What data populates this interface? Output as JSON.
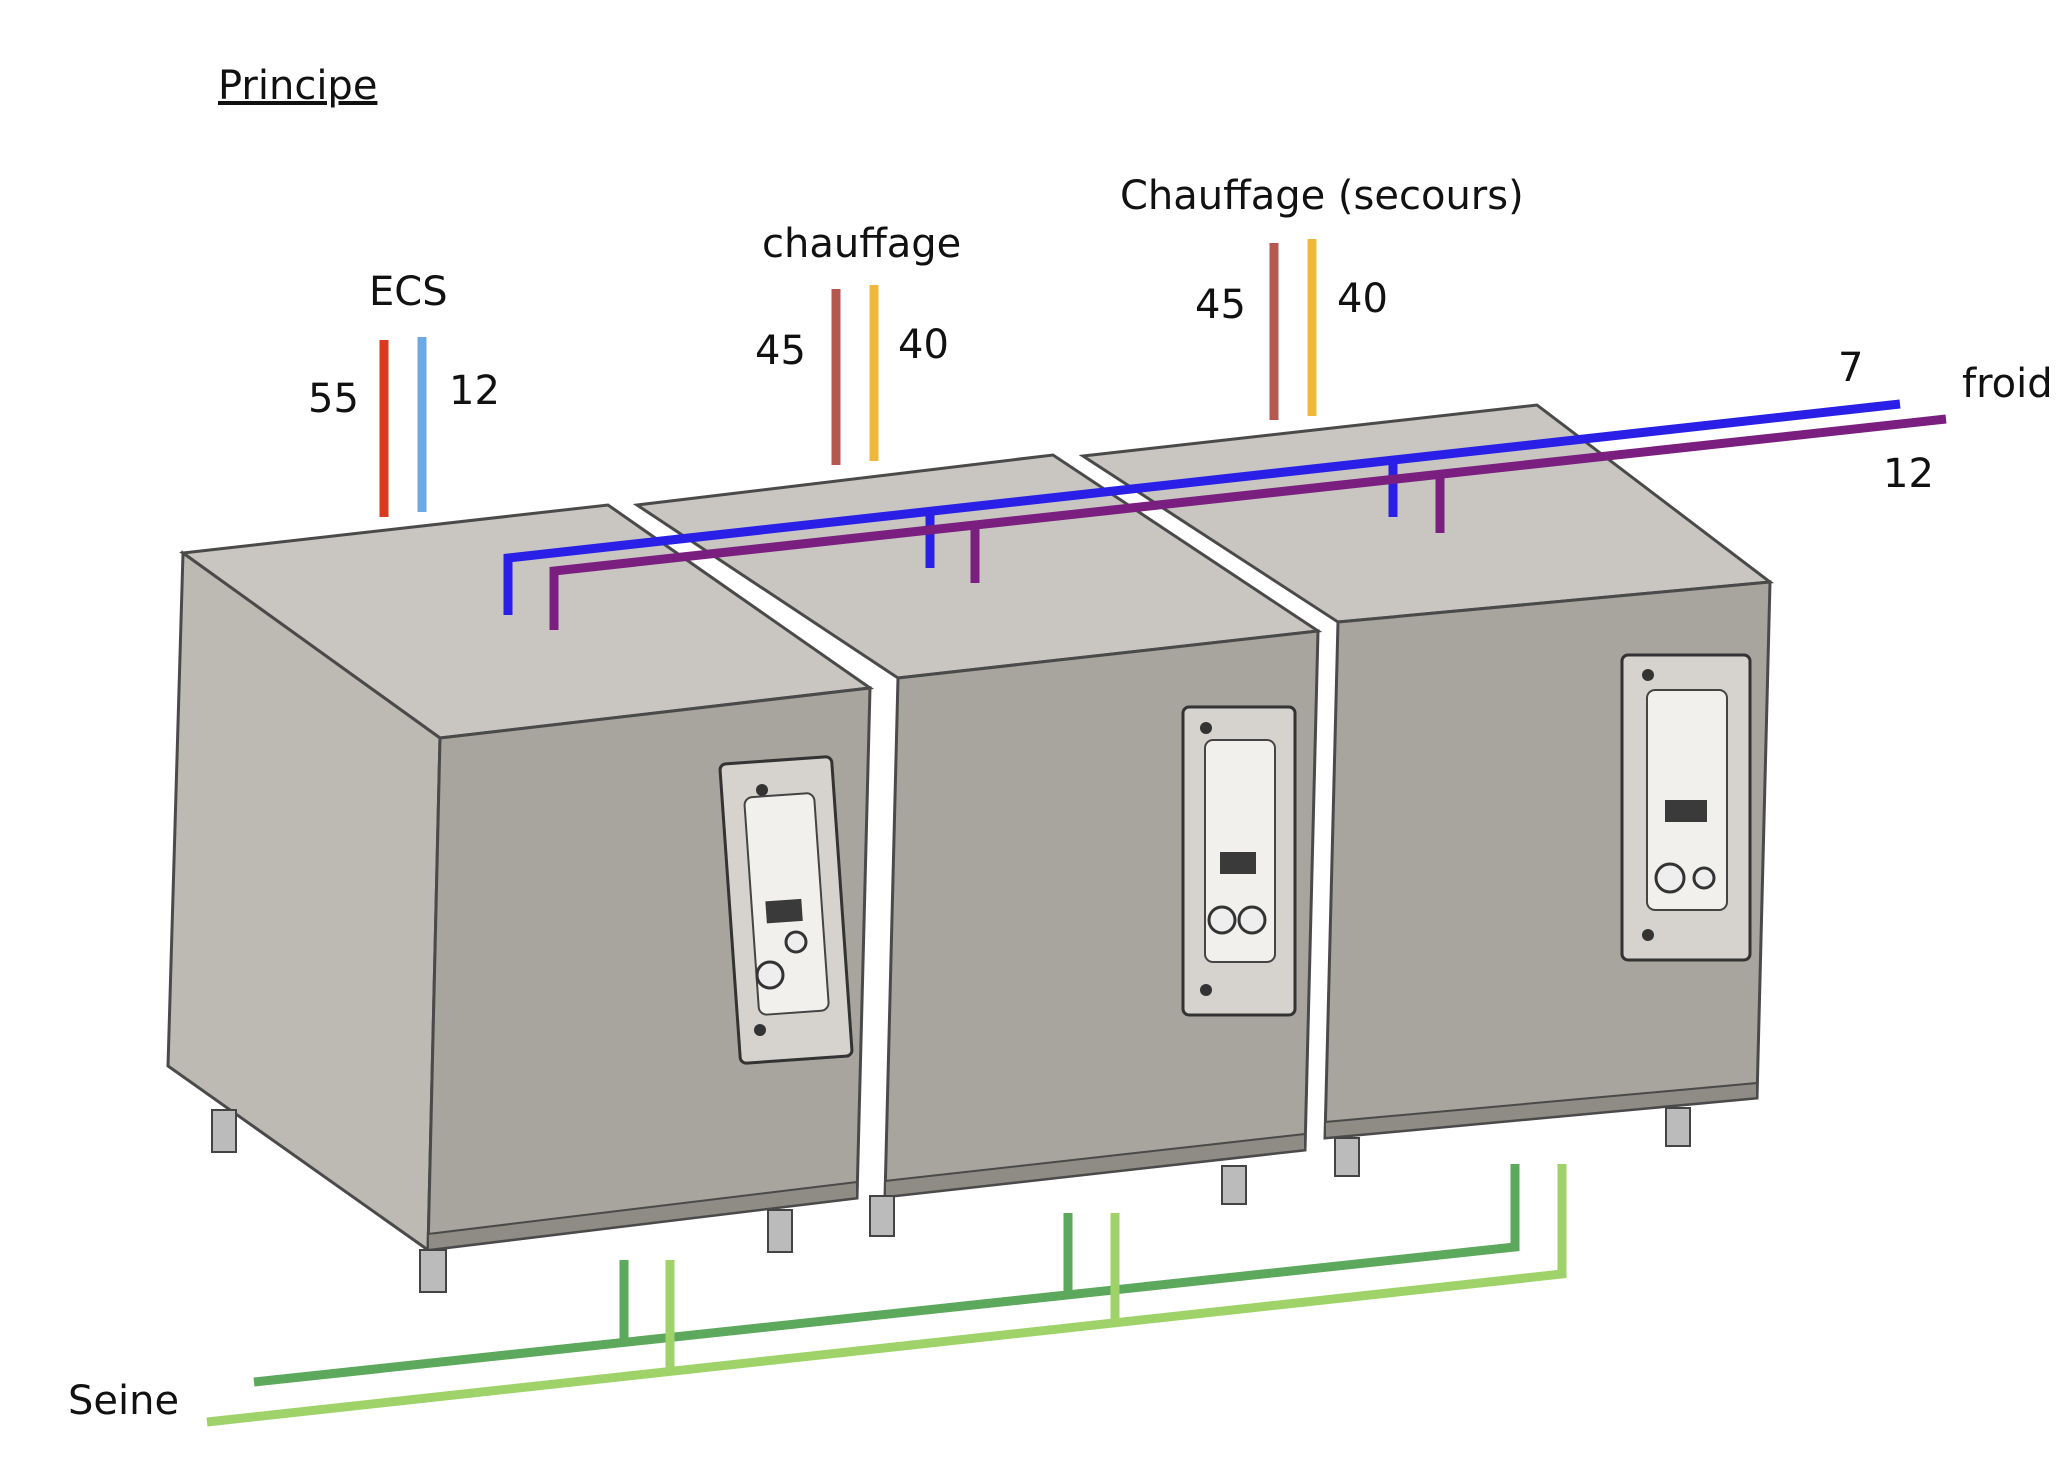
{
  "title": "Principe",
  "circuits": {
    "ecs": {
      "label": "ECS",
      "hot_temp": "55",
      "cold_temp": "12"
    },
    "chauffage": {
      "label": "chauffage",
      "supply_temp": "45",
      "return_temp": "40"
    },
    "chauffage_secours": {
      "label": "Chauffage (secours)",
      "supply_temp": "45",
      "return_temp": "40"
    },
    "froid": {
      "label": "froid",
      "supply_temp": "7",
      "return_temp": "12"
    },
    "seine": {
      "label": "Seine"
    }
  },
  "colors": {
    "ecs_hot": "#d9391f",
    "ecs_cold": "#6fa8e6",
    "heat_supply": "#b5584f",
    "heat_return": "#f0b83a",
    "cold_supply": "#2a1fe6",
    "cold_return": "#7a1f80",
    "seine_1": "#5ca85c",
    "seine_2": "#9fd36a",
    "unit_top": "#c9c6c1",
    "unit_front": "#a8a49e",
    "unit_side": "#bdb9b3",
    "unit_edge": "#4a4a4a"
  }
}
